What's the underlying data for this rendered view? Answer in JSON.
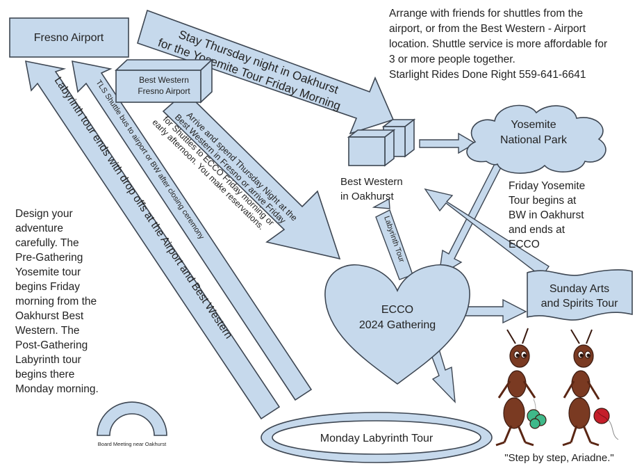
{
  "nodes": {
    "fresno_airport": "Fresno Airport",
    "best_western_fresno_line1": "Best Western",
    "best_western_fresno_line2": "Fresno Airport",
    "best_western_oakhurst_line1": "Best Western",
    "best_western_oakhurst_line2": "in Oakhurst",
    "yosemite_line1": "Yosemite",
    "yosemite_line2": "National Park",
    "ecco_line1": "ECCO",
    "ecco_line2": "2024 Gathering",
    "sunday_line1": "Sunday Arts",
    "sunday_line2": "and Spirits Tour",
    "monday": "Monday Labyrinth Tour",
    "board_meeting": "Board Meeting near Oakhurst"
  },
  "arrows": {
    "stay_thursday_line1": "Stay Thursday night in Oakhurst",
    "stay_thursday_line2": "for the Yosemite Tour Friday Morning",
    "arrive_line1": "Arrive and spend Thursday Night at the",
    "arrive_line2": "Best Western in Fresno or arrive Friday",
    "arrive_line3": "for Shuttles to ECCO Friday morning or",
    "arrive_line4": "early afternoon. You make reservations.",
    "tls_shuttle": "TLS Shuttle bus to airport or BW  after closing ceremony",
    "labyrinth_ends": "Labyrinth tour ends with drop offs at the Airport and Best Western",
    "labyrinth_tour": "Labyrinth Tour"
  },
  "notes": {
    "shuttle_note": [
      "Arrange with friends for shuttles from the",
      "airport, or from the Best Western - Airport",
      "location. Shuttle service is more affordable for",
      "3 or more people together.",
      "Starlight Rides Done Right 559-641-6641"
    ],
    "friday_note": [
      "Friday Yosemite",
      "Tour begins at",
      "BW in Oakhurst",
      "and ends at",
      "ECCO"
    ],
    "design_note": [
      "Design your",
      "adventure",
      "carefully. The",
      "Pre-Gathering",
      "Yosemite tour",
      "begins Friday",
      "morning from the",
      "Oakhurst Best",
      "Western. The",
      "Post-Gathering",
      "Labyrinth tour",
      "begins there",
      "Monday morning."
    ]
  },
  "caption": "\"Step by step, Ariadne.\"",
  "colors": {
    "shape_fill": "#c6d9ec",
    "outline": "#3d4652",
    "ant_body": "#7a3a22",
    "yarn_green": "#3fb98a",
    "yarn_red": "#c41e2a"
  },
  "icons": [
    "building-icon",
    "cloud-shape",
    "heart-shape",
    "banner-shape",
    "ellipse-shape",
    "ant-illustration"
  ]
}
